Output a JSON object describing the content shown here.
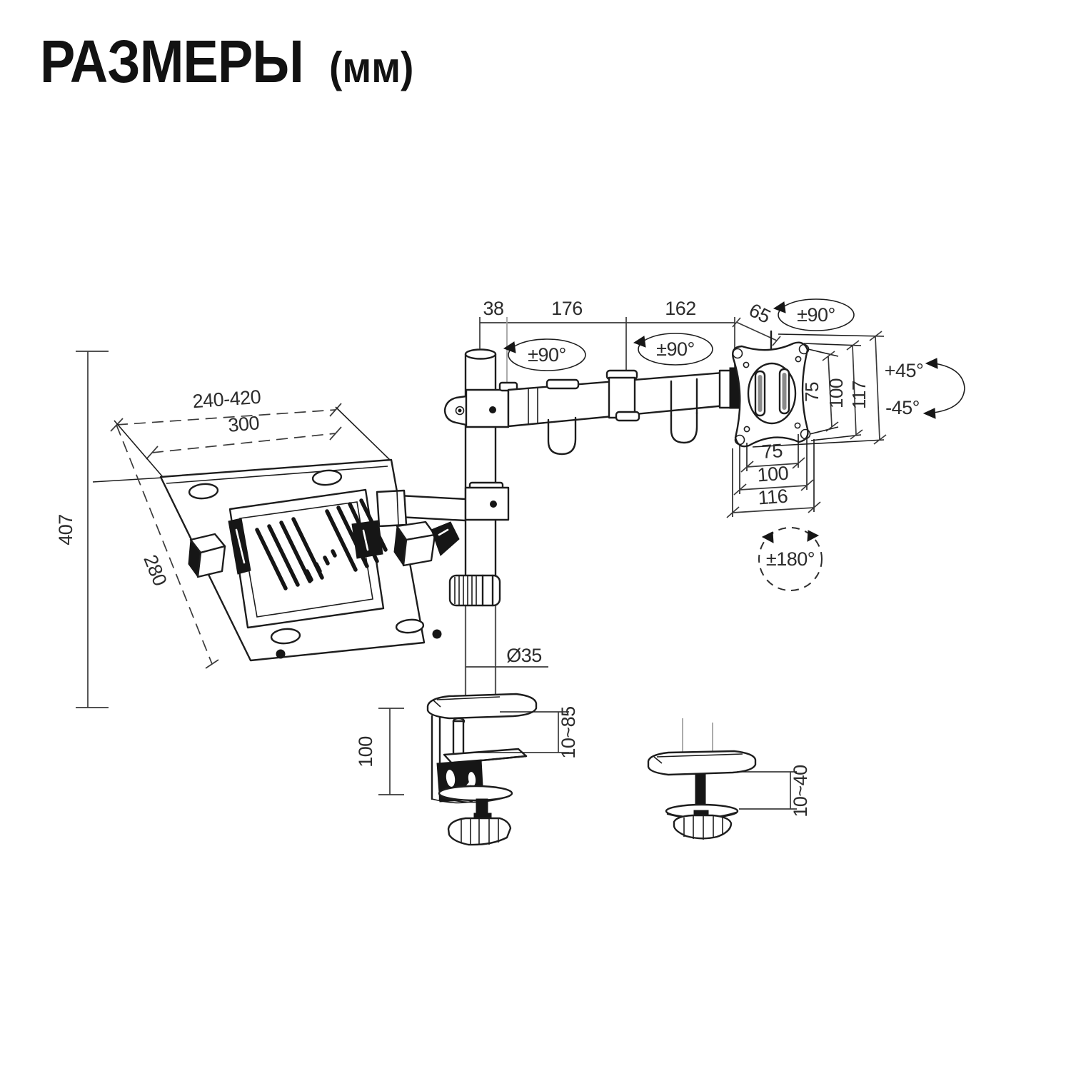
{
  "title": {
    "main": "РАЗМЕРЫ",
    "unit": "(мм)"
  },
  "dims": {
    "pole_top_offset": "38",
    "arm_segment_1": "176",
    "arm_segment_2": "162",
    "vesa_offset": "65",
    "rotate_arm_joint_1": "±90°",
    "rotate_arm_joint_2": "±90°",
    "rotate_vesa_top": "±90°",
    "tilt_up": "+45°",
    "tilt_down": "-45°",
    "rotate_vesa_plate": "±180°",
    "vesa_v_75": "75",
    "vesa_v_100": "100",
    "vesa_v_117": "117",
    "vesa_h_75": "75",
    "vesa_h_100": "100",
    "vesa_h_116": "116",
    "tray_width_range": "240-420",
    "tray_vesa_width": "300",
    "tray_depth": "280",
    "pole_height": "407",
    "pole_diameter": "Ø35",
    "clamp_height": "100",
    "clamp_grip_range": "10~85",
    "grommet_grip_range": "10~40"
  }
}
